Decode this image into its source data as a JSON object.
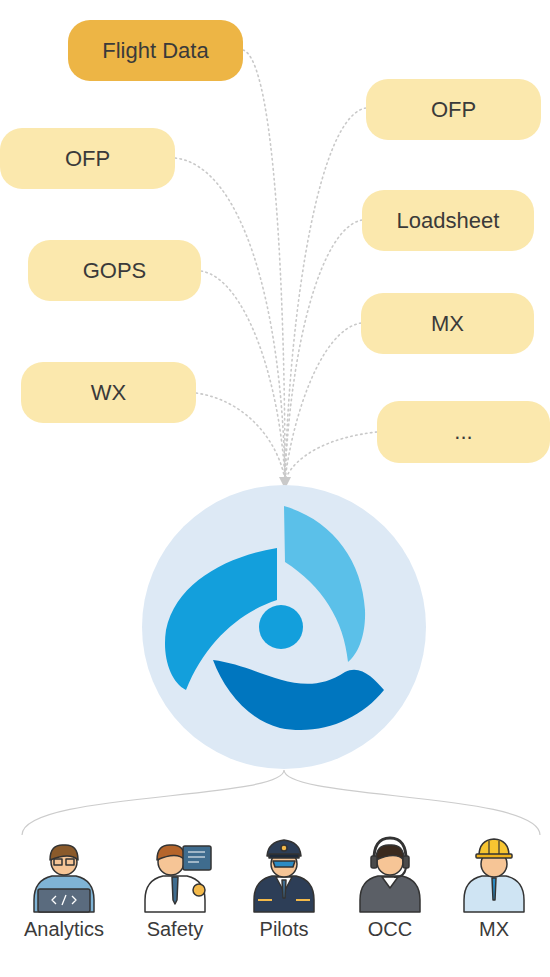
{
  "diagram": {
    "nodes": [
      {
        "text": [
          "Flight Data"
        ]
      },
      {
        "text": [
          "OFP"
        ]
      },
      {
        "text": [
          "OFP"
        ]
      },
      {
        "text": [
          "Loadsheet"
        ]
      },
      {
        "text": [
          "GOPS"
        ]
      },
      {
        "text": [
          "MX"
        ]
      },
      {
        "text": [
          "WX"
        ]
      },
      {
        "text": [
          "..."
        ]
      }
    ],
    "labels": [
      "Analytics",
      "Safety",
      "Pilots",
      "OCC",
      "MX"
    ]
  }
}
